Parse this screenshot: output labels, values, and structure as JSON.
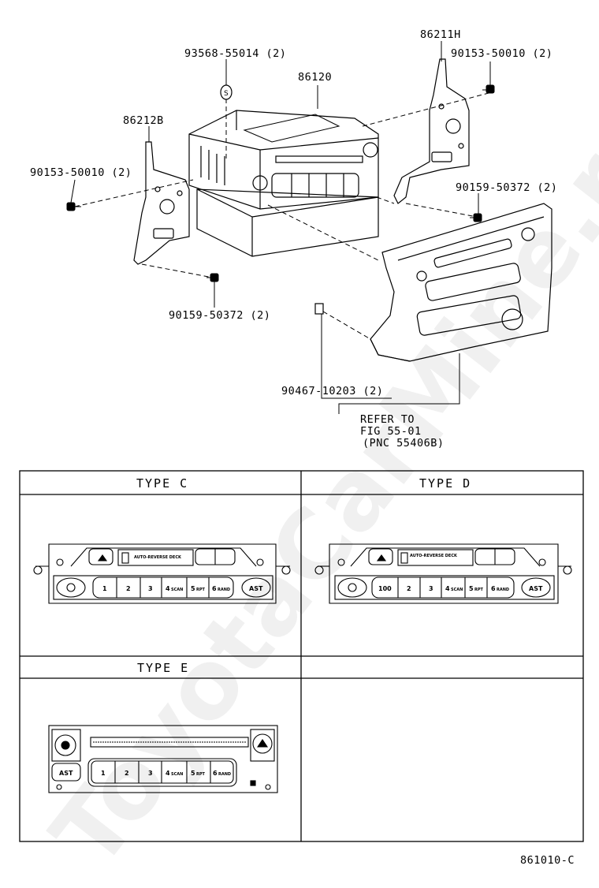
{
  "parts": {
    "p1": "86211H",
    "p2": "90153-50010 (2)",
    "p3": "93568-55014 (2)",
    "p4": "86120",
    "p5": "86212B",
    "p6": "90153-50010 (2)",
    "p7": "90159-50372 (2)",
    "p8": "90159-50372 (2)",
    "p9": "90467-10203 (2)"
  },
  "refer": {
    "line1": "REFER TO",
    "line2": "FIG 55-01",
    "line3": "(PNC 55406B)"
  },
  "types": {
    "c": "TYPE C",
    "d": "TYPE D",
    "e": "TYPE E"
  },
  "radio_buttons": {
    "b1": "1",
    "b2": "2",
    "b3": "3",
    "b4": "4",
    "scan": "SCAN",
    "b5": "5",
    "rpt": "RPT",
    "b6": "6",
    "rand": "RAND",
    "ast": "AST",
    "b100": "100",
    "deck": "AUTO-REVERSE DECK"
  },
  "footer_code": "861010-C",
  "watermark": "ToyotaCarMine.ru"
}
